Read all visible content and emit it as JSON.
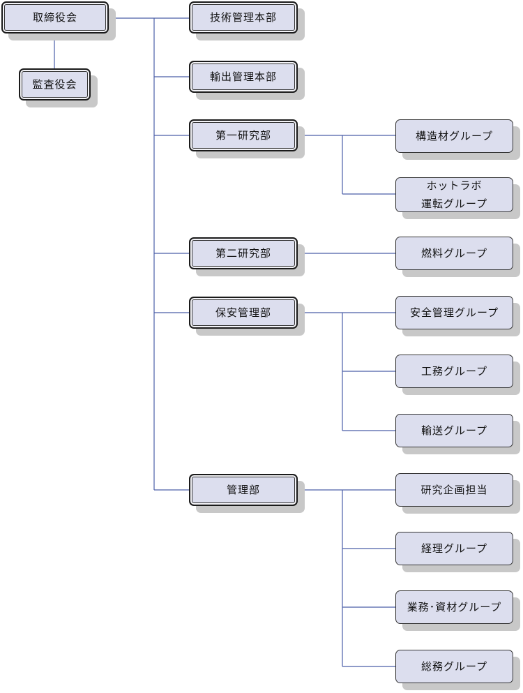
{
  "board": {
    "label": "取締役会"
  },
  "auditors": {
    "label": "監査役会"
  },
  "divisions": [
    {
      "id": "tech",
      "label": "技術管理本部"
    },
    {
      "id": "export",
      "label": "輸出管理本部"
    },
    {
      "id": "lab1",
      "label": "第一研究部"
    },
    {
      "id": "lab2",
      "label": "第二研究部"
    },
    {
      "id": "safety",
      "label": "保安管理部"
    },
    {
      "id": "admin",
      "label": "管理部"
    }
  ],
  "groups": [
    {
      "id": "structural",
      "parent": "lab1",
      "label": "構造材グループ"
    },
    {
      "id": "hotlab",
      "parent": "lab1",
      "label": "ホットラボ\n運転グループ"
    },
    {
      "id": "fuel",
      "parent": "lab2",
      "label": "燃料グループ"
    },
    {
      "id": "safetymgmt",
      "parent": "safety",
      "label": "安全管理グループ"
    },
    {
      "id": "engineering",
      "parent": "safety",
      "label": "工務グループ"
    },
    {
      "id": "transport",
      "parent": "safety",
      "label": "輸送グループ"
    },
    {
      "id": "planning",
      "parent": "admin",
      "label": "研究企画担当"
    },
    {
      "id": "accounting",
      "parent": "admin",
      "label": "経理グループ"
    },
    {
      "id": "business",
      "parent": "admin",
      "label": "業務･資材グループ"
    },
    {
      "id": "general",
      "parent": "admin",
      "label": "総務グループ"
    }
  ],
  "colors": {
    "box_fill": "#dcdeee",
    "connector": "#4a5ea8",
    "shadow": "#c8c8c8"
  }
}
